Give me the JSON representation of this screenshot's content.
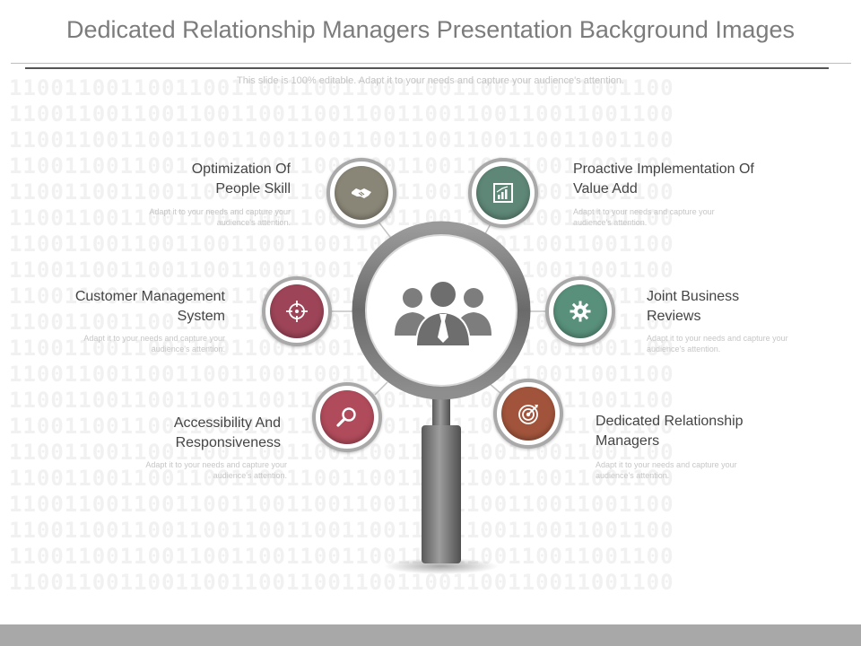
{
  "title": "Dedicated Relationship Managers Presentation Background Images",
  "subtitle": "This slide is 100% editable. Adapt it to your needs and capture your audience's attention.",
  "background_pattern": "110011001100110011001100110011001100110011001100",
  "colors": {
    "olive": "#8a8677",
    "teal": "#5e8777",
    "wine": "#9d4458",
    "seafoam": "#58907b",
    "rose": "#b04b5b",
    "rust": "#a1543b",
    "lens": "#888888",
    "people": "#7d7d7d"
  },
  "items": [
    {
      "title_line1": "Optimization Of",
      "title_line2": "People Skill",
      "desc_line1": "Adapt it to your needs and capture your",
      "desc_line2": "audience's attention.",
      "icon": "handshake-icon"
    },
    {
      "title_line1": "Proactive Implementation Of",
      "title_line2": "Value Add",
      "desc_line1": "Adapt it to your needs and capture your",
      "desc_line2": "audience's attention.",
      "icon": "bar-chart-icon"
    },
    {
      "title_line1": "Customer Management",
      "title_line2": "System",
      "desc_line1": "Adapt it to your needs and capture your",
      "desc_line2": "audience's attention.",
      "icon": "crosshair-icon"
    },
    {
      "title_line1": "Joint Business",
      "title_line2": "Reviews",
      "desc_line1": "Adapt it to your needs and capture your",
      "desc_line2": "audience's attention.",
      "icon": "gear-icon"
    },
    {
      "title_line1": "Accessibility And",
      "title_line2": "Responsiveness",
      "desc_line1": "Adapt it to your needs and capture your",
      "desc_line2": "audience's attention.",
      "icon": "magnifier-icon"
    },
    {
      "title_line1": "Dedicated Relationship",
      "title_line2": "Managers",
      "desc_line1": "Adapt it to your needs and capture your",
      "desc_line2": "audience's attention.",
      "icon": "target-icon"
    }
  ],
  "center_icon": "people-group-icon"
}
